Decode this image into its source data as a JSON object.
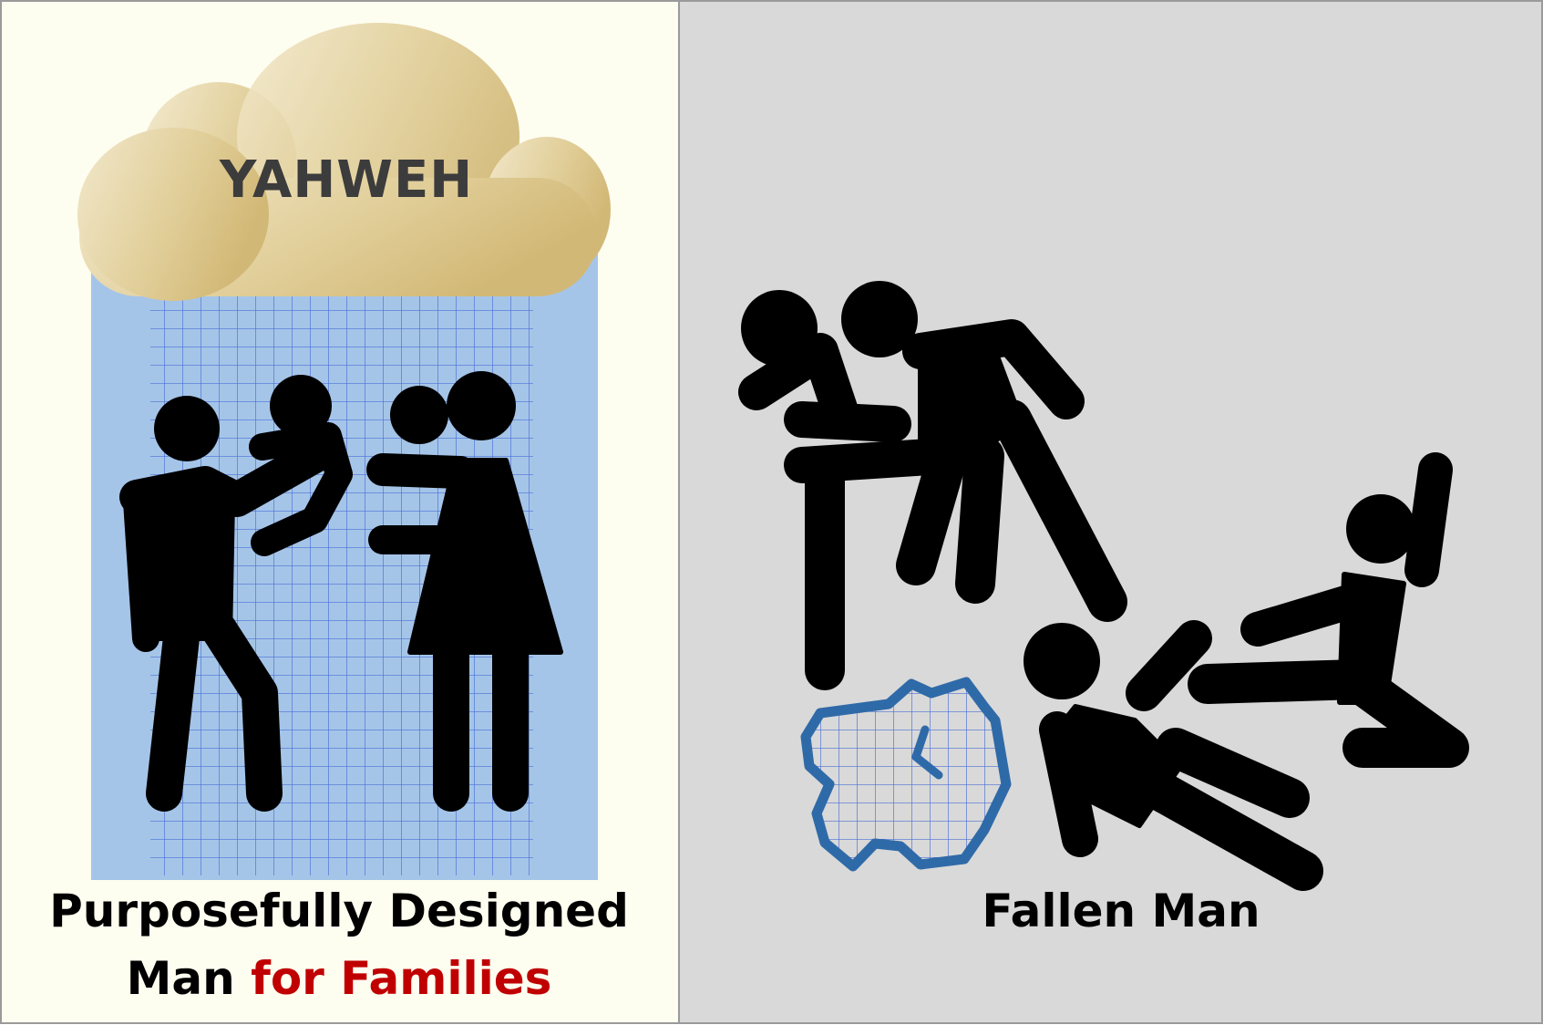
{
  "colors": {
    "left_panel_bg": "#fdfdf0",
    "right_panel_bg": "#d9d9d9",
    "cloud_gold": "#d8c285",
    "blue_grid_bg": "#a5c5e8",
    "grid_line": "#4a6fd8",
    "accent_red": "#c00000",
    "broken_heart_outline": "#2f6aa8",
    "figure_black": "#000000"
  },
  "left_panel": {
    "cloud": {
      "title": "YAHWEH",
      "icon": "cloud-icon"
    },
    "figures_icon": "family-embracing-figures-icon",
    "caption": {
      "line1": "Purposefully Designed",
      "line2_plain": "Man ",
      "line2_accent": "for Families"
    }
  },
  "right_panel": {
    "figures_icon": "people-fighting-figures-icon",
    "broken_heart_icon": "broken-heart-icon",
    "caption": "Fallen Man"
  }
}
